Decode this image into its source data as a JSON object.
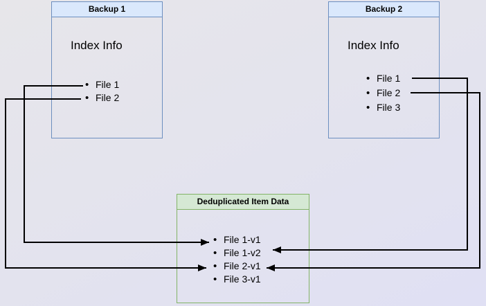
{
  "colors": {
    "bg-top": "#e7e6ea",
    "bg-bottom": "#e0e0f4",
    "blue-fill": "#dae8fc",
    "blue-border": "#6c8ebf",
    "green-fill": "#d5e8d4",
    "green-border": "#82b366",
    "line": "#000000",
    "text": "#000000"
  },
  "backup1": {
    "title": "Backup 1",
    "subtitle": "Index Info",
    "items": [
      "File 1",
      "File 2"
    ]
  },
  "backup2": {
    "title": "Backup 2",
    "subtitle": "Index Info",
    "items": [
      "File 1",
      "File 2",
      "File 3"
    ]
  },
  "dedup": {
    "title": "Deduplicated Item Data",
    "items": [
      "File 1-v1",
      "File 1-v2",
      "File 2-v1",
      "File 3-v1"
    ]
  },
  "connections": [
    {
      "from": "Backup 1 / File 1",
      "to": "File 1-v1"
    },
    {
      "from": "Backup 1 / File 2",
      "to": "File 2-v1"
    },
    {
      "from": "Backup 2 / File 1",
      "to": "File 1-v2"
    },
    {
      "from": "Backup 2 / File 2",
      "to": "File 2-v1"
    }
  ]
}
